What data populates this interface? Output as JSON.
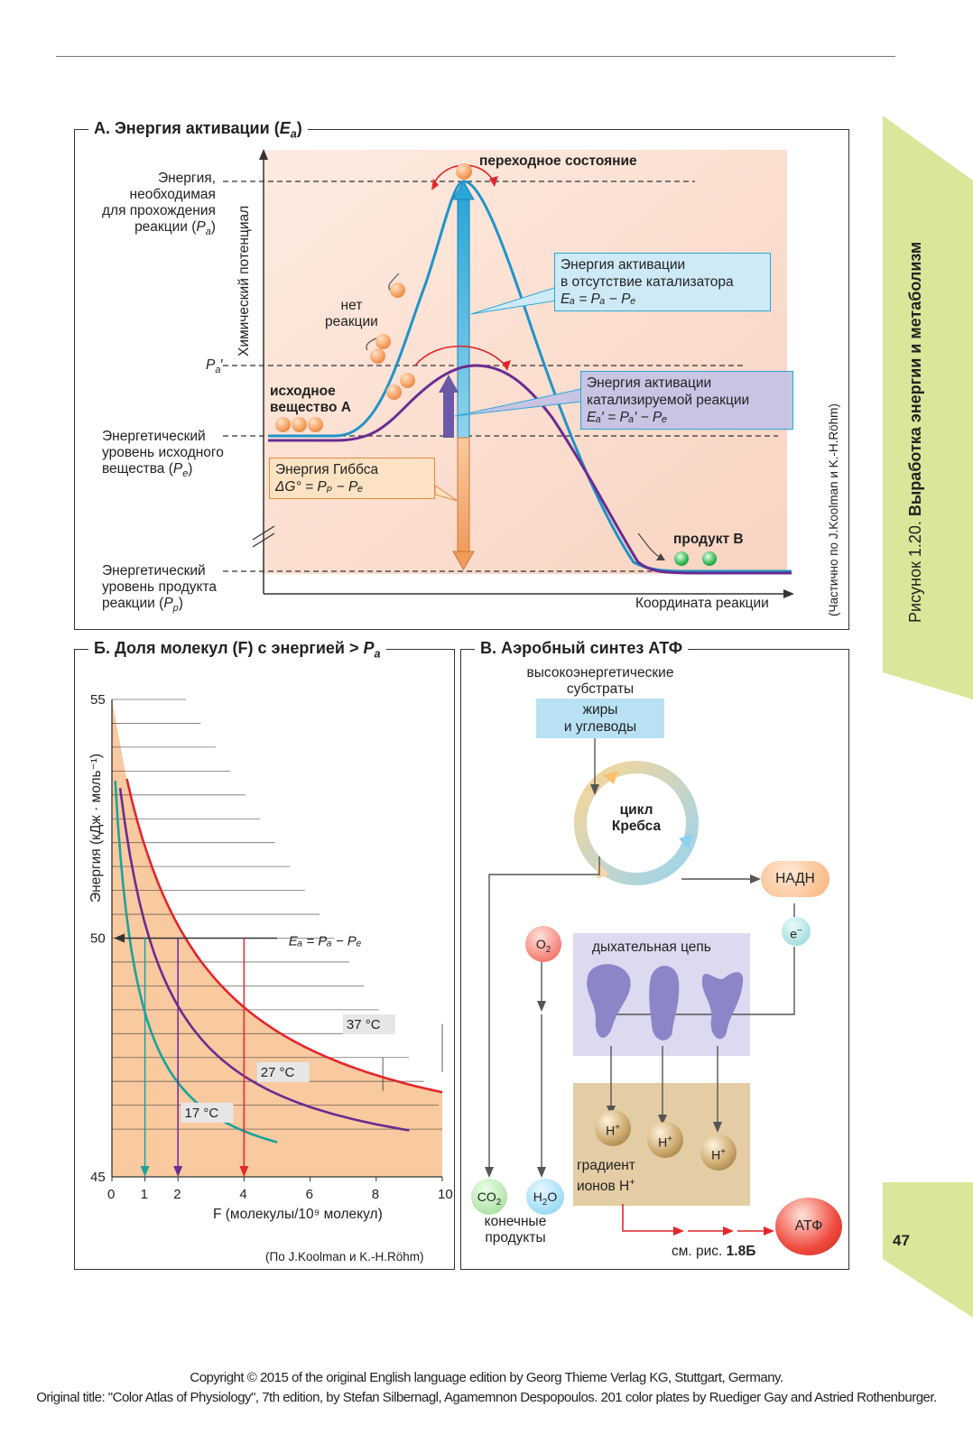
{
  "header_rule": true,
  "sidebar": {
    "caption_prefix": "Рисунок 1.20.",
    "caption_bold": "Выработка энергии и метаболизм",
    "page_number": "47",
    "color": "#d9e79a"
  },
  "panel_a": {
    "title_prefix": "А. Энергия активации (",
    "title_var": "E",
    "title_sub": "a",
    "title_suffix": ")",
    "y_axis_label": "Химический потенциал",
    "x_axis_label": "Координата реакции",
    "source_note": "(Частично по J.Koolman и K.-H.Röhm)",
    "energy_needed": [
      "Энергия,",
      "необходимая",
      "для прохождения",
      "реакции ("
    ],
    "energy_needed_var": "P",
    "energy_needed_sub": "a",
    "pa_prime_var": "P",
    "pa_prime_sub": "a",
    "pa_prime_mark": "′",
    "reactant_level": [
      "Энергетический",
      "уровень исходного",
      "вещества ("
    ],
    "reactant_level_var": "P",
    "reactant_level_sub": "e",
    "product_level": [
      "Энергетический",
      "уровень продукта",
      "реакции ("
    ],
    "product_level_var": "P",
    "product_level_sub": "p",
    "transition_state": "переходное состояние",
    "no_reaction": [
      "нет",
      "реакции"
    ],
    "start_substance": [
      "исходное",
      "вещество А"
    ],
    "product": "продукт В",
    "box_uncat": {
      "line1": "Энергия активации",
      "line2": "в отсутствие катализатора",
      "formula": "Eₐ = Pₐ − Pₑ",
      "color": "#cfeaf7"
    },
    "box_cat": {
      "line1": "Энергия активации",
      "line2": "катализируемой реакции",
      "formula": "Eₐ′ = Pₐ′ − Pₑ",
      "color": "#c9c4e4"
    },
    "box_gibbs": {
      "line1": "Энергия Гиббса",
      "formula": "ΔG° = Pₚ − Pₑ",
      "color": "#fde2c4"
    }
  },
  "panel_b": {
    "title_prefix": "Б. Доля молекул (F) с энергией > ",
    "title_var": "P",
    "title_sub": "a",
    "y_axis_label": "Энергия (кДж · моль⁻¹)",
    "x_axis_label": "F (молекулы/10⁹ молекул)",
    "x_ticks": [
      "0",
      "1",
      "2",
      "4",
      "6",
      "8",
      "10"
    ],
    "y_ticks": [
      "55",
      "50",
      "45"
    ],
    "formula": "Eₐ = Pₐ − Pₑ",
    "source_note": "(По J.Koolman и K.-H.Röhm)",
    "temps": [
      "37 °C",
      "27 °C",
      "17 °C"
    ],
    "colors": {
      "t37": "#e3262b",
      "t27": "#6a2c91",
      "t17": "#1aa39a",
      "fill": "#f9c9a0"
    }
  },
  "panel_c": {
    "title": "В. Аэробный синтез АТФ",
    "substrates": [
      "высокоэнергетические",
      "субстраты"
    ],
    "substrate_box": [
      "жиры",
      "и углеводы"
    ],
    "krebs": [
      "цикл",
      "Кребса"
    ],
    "nadh": "НАДН",
    "electron": "e",
    "electron_sup": "−",
    "o2": "O",
    "o2_sub": "2",
    "resp_chain": "дыхательная цепь",
    "h_ion": "H",
    "h_ion_sup": "+",
    "gradient": [
      "градиент",
      "ионов H"
    ],
    "co2": "CO",
    "co2_sub": "2",
    "h2o_a": "H",
    "h2o_sub": "2",
    "h2o_b": "O",
    "end_products": [
      "конечные",
      "продукты"
    ],
    "atp": "АТФ",
    "see_fig_prefix": "см. рис. ",
    "see_fig_bold": "1.8Б"
  },
  "copyright": [
    "Copyright © 2015 of the original English language edition by Georg Thieme Verlag KG, Stuttgart, Germany.",
    "Original title: \"Color Atlas of Physiology\", 7th edition, by Stefan Silbernagl, Agamemnon Despopoulos. 201 color plates by Ruediger Gay and Astried Rothenburger."
  ]
}
